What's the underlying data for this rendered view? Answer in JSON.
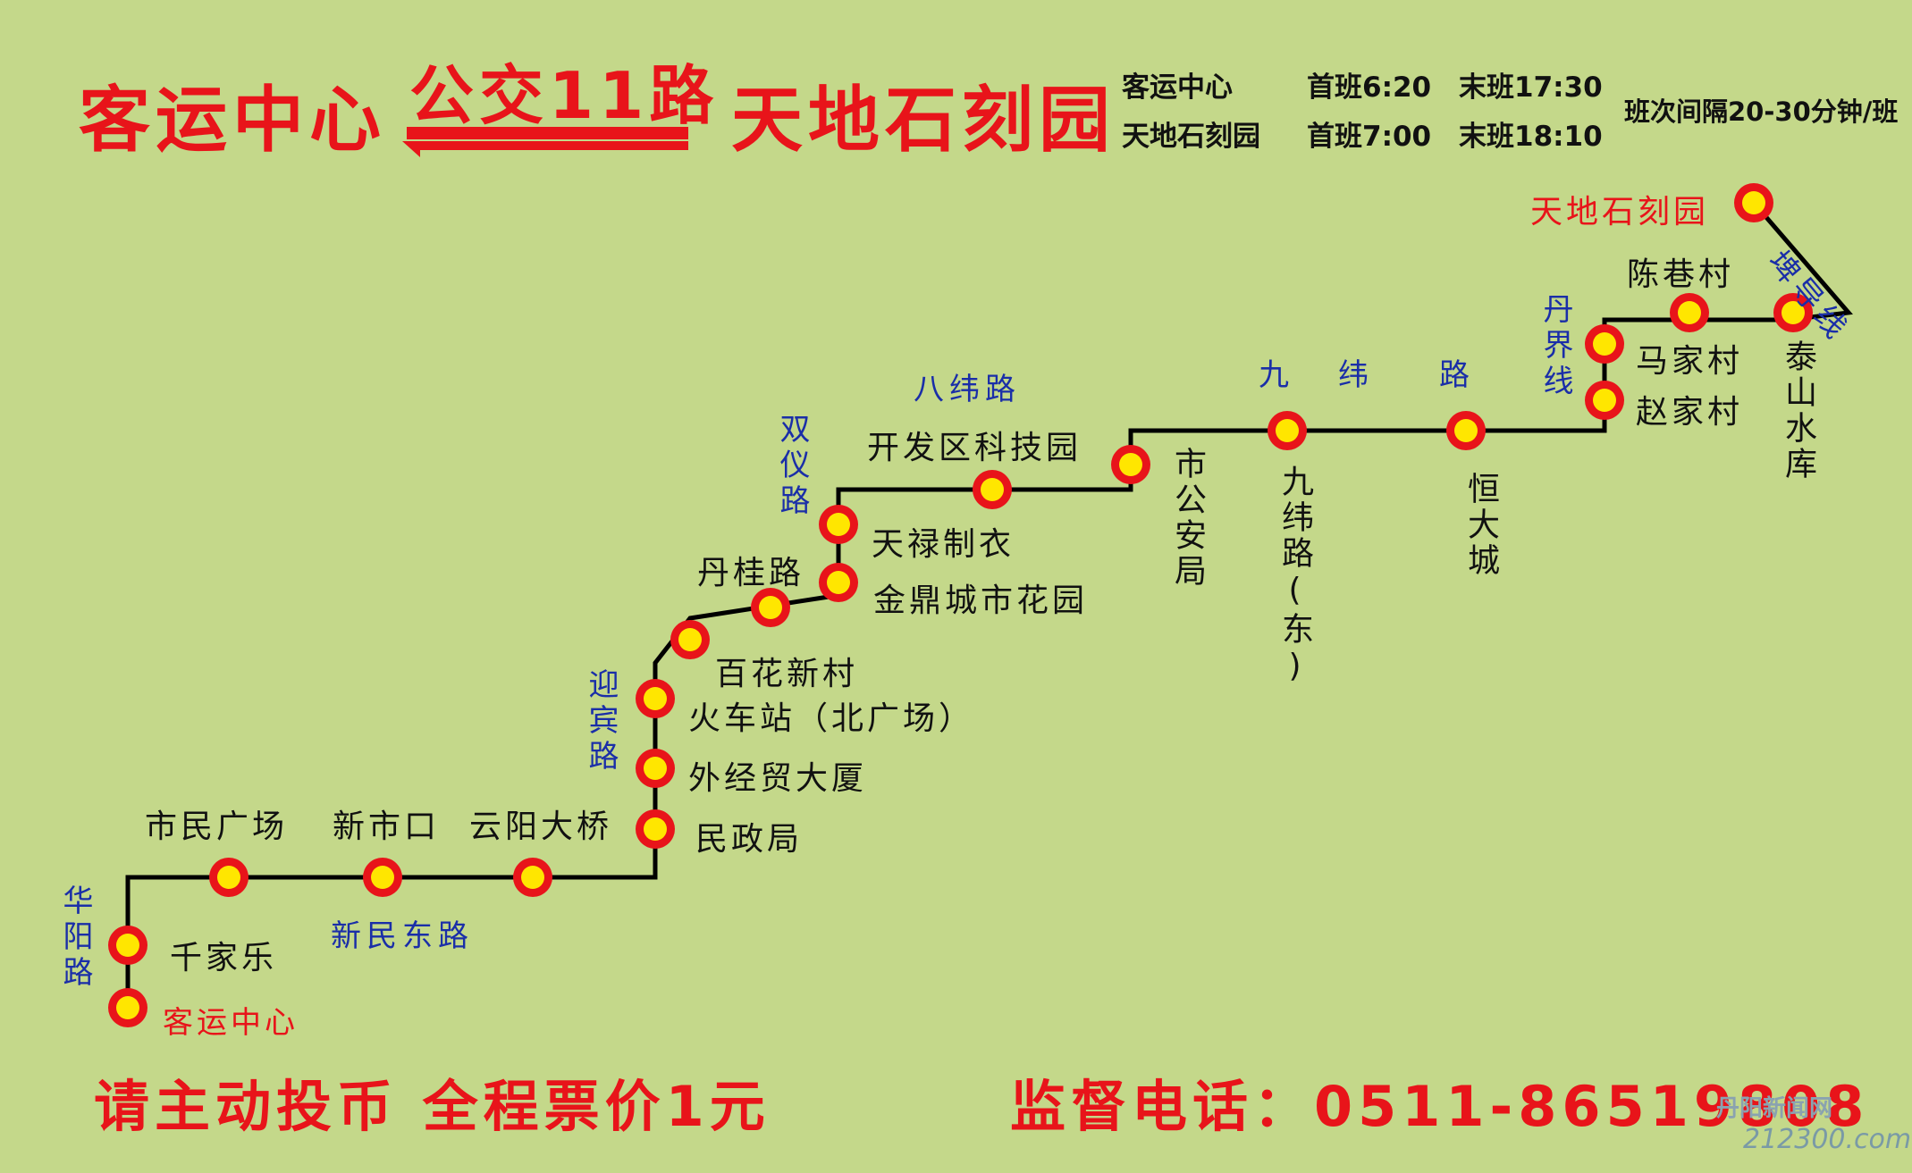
{
  "header": {
    "origin": "客运中心",
    "route": "公交11路",
    "destination": "天地石刻园"
  },
  "schedule": [
    {
      "terminal": "客运中心",
      "first": "首班6:20",
      "last": "末班17:30"
    },
    {
      "terminal": "天地石刻园",
      "first": "首班7:00",
      "last": "末班18:10"
    }
  ],
  "interval": "班次间隔20-30分钟/班",
  "stops": [
    "客运中心",
    "千家乐",
    "市民广场",
    "新市口",
    "云阳大桥",
    "民政局",
    "外经贸大厦",
    "火车站（北广场）",
    "百花新村",
    "丹桂路",
    "金鼎城市花园",
    "天禄制衣",
    "开发区科技园",
    "市公安局",
    "九纬路(东)",
    "恒大城",
    "赵家村",
    "马家村",
    "陈巷村",
    "泰山水库",
    "天地石刻园"
  ],
  "roads": [
    "华阳路",
    "新民东路",
    "迎宾路",
    "双仪路",
    "八纬路",
    "九",
    "纬",
    "路",
    "丹界线",
    "埤导线"
  ],
  "footer": {
    "fare": "请主动投币  全程票价1元",
    "hotline": "监督电话：0511-86519808"
  },
  "watermark": {
    "site": "丹阳新闻网",
    "url": "212300.com"
  },
  "colors": {
    "background": "#c4d88a",
    "accent": "#e8141a",
    "road": "#1a2ea8",
    "stop_fill": "#ffe600"
  }
}
